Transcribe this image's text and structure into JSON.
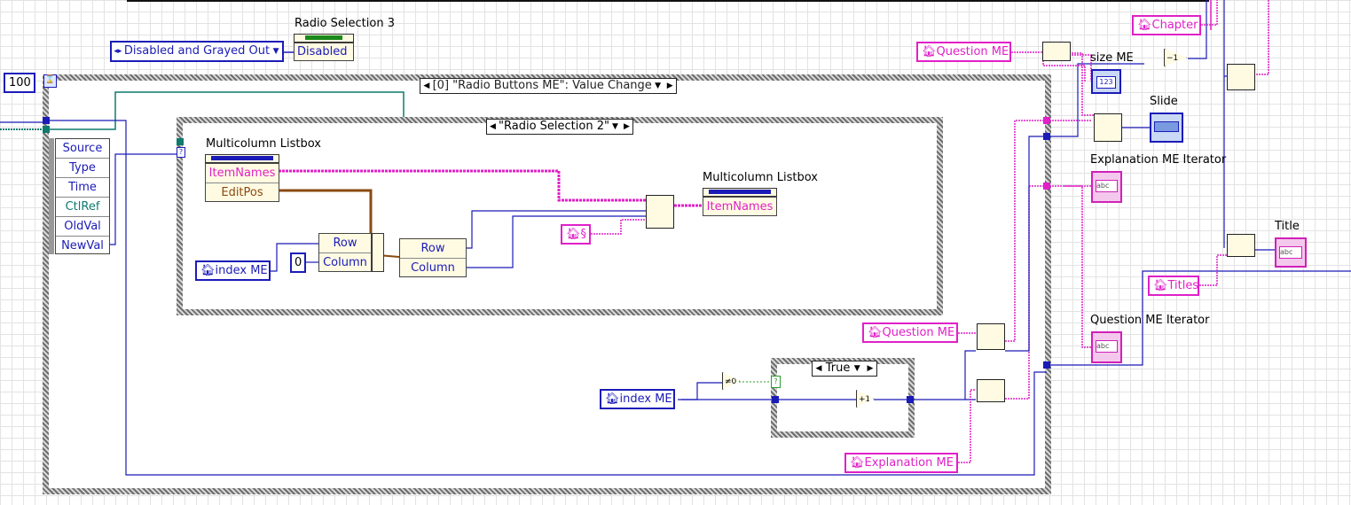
{
  "top_controls": {
    "radio_selection_3_label": "Radio Selection 3",
    "disabled_enum": "Disabled and Grayed Out",
    "disabled_property": "Disabled",
    "loop_constant": "100"
  },
  "event_structure": {
    "case_selector": "[0] \"Radio Buttons ME\": Value Change",
    "event_data": [
      "Source",
      "Type",
      "Time",
      "CtlRef",
      "OldVal",
      "NewVal"
    ]
  },
  "inner_case": {
    "selector": "\"Radio Selection 2\"",
    "listbox_label_1": "Multicolumn Listbox",
    "prop_items": [
      "ItemNames",
      "EditPos"
    ],
    "listbox_label_2": "Multicolumn Listbox",
    "itemnames_write": "ItemNames",
    "cluster_1": [
      "Row",
      "Column"
    ],
    "cluster_2": [
      "Row",
      "Column"
    ],
    "index_local": "index ME",
    "zero_const": "0",
    "section_const": "§"
  },
  "true_case": {
    "selector": "True",
    "index_local": "index ME"
  },
  "locals": {
    "question_me_1": "Question ME",
    "question_me_2": "Question ME",
    "explanation_me": "Explanation ME",
    "chapter": "Chapter",
    "titles": "Titles"
  },
  "indicators": {
    "size_me": "size ME",
    "slide": "Slide",
    "explanation_iterator": "Explanation ME Iterator",
    "question_iterator": "Question ME Iterator",
    "title": "Title"
  },
  "colors": {
    "blue_wire": "#1b1bb8",
    "pink_wire": "#e020c8",
    "teal_wire": "#0f7a6e",
    "orange_wire": "#8a4a10"
  }
}
